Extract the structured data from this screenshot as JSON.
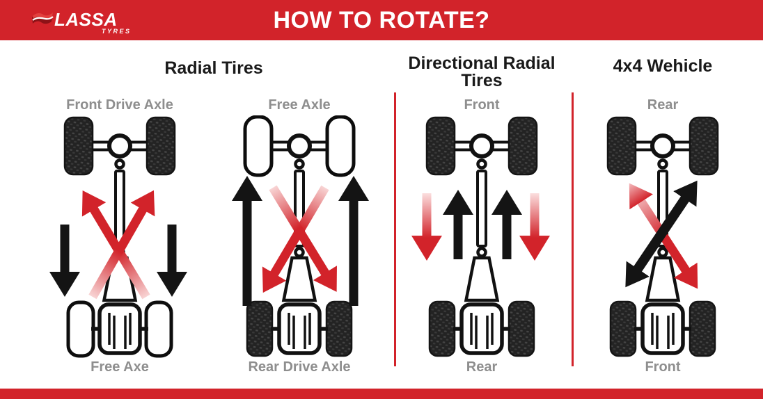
{
  "header": {
    "logo": {
      "brand": "LASSA",
      "sub_brand": "TYRES"
    },
    "title": "HOW TO ROTATE?"
  },
  "sections": [
    {
      "heading": "Radial Tires"
    },
    {
      "heading": "Directional Radial Tires"
    },
    {
      "heading": "4x4 Wehicle"
    }
  ],
  "diagrams": [
    {
      "id": "front-drive-axle",
      "top_label": "Front Drive Axle",
      "bottom_label": "Free Axe"
    },
    {
      "id": "free-axle",
      "top_label": "Free Axle",
      "bottom_label": "Rear Drive Axle"
    },
    {
      "id": "directional-radial",
      "top_label": "Front",
      "bottom_label": "Rear"
    },
    {
      "id": "4x4-vehicle",
      "top_label": "Rear",
      "bottom_label": "Front"
    }
  ],
  "colors": {
    "brand_red": "#d2232a",
    "arrow_black": "#141414",
    "label_gray": "#8e8e8e",
    "heading_black": "#1a1a1a",
    "arrow_fade_pink": "#f8d4d4"
  }
}
